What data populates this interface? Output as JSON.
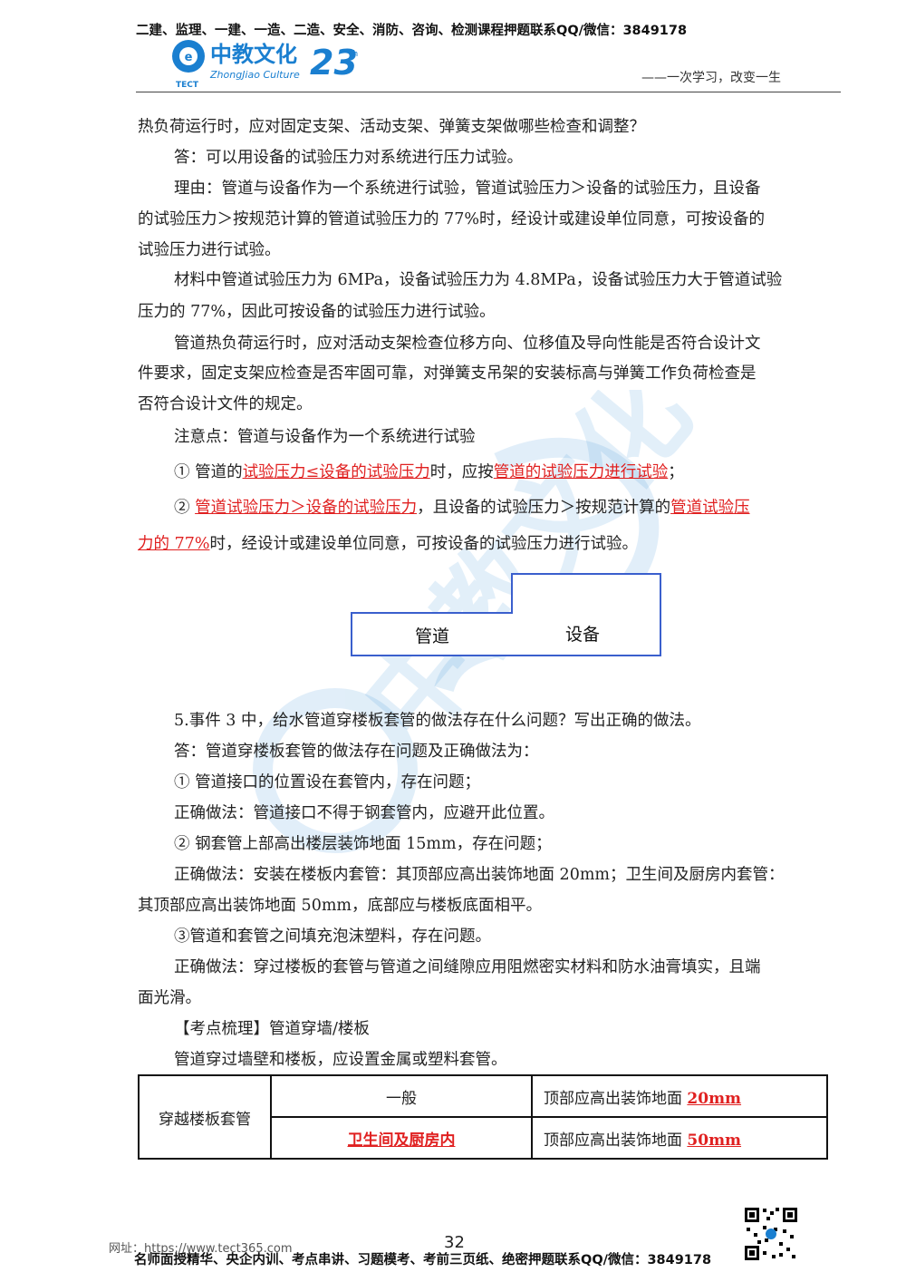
{
  "header": {
    "top_text": "二建、监理、一建、一造、二造、安全、消防、咨询、检测课程押题联系QQ/微信：3849178",
    "logo_cn": "中教文化",
    "logo_en": "ZhongJiao Culture",
    "logo_abbr": "TECT",
    "logo_badge": "23",
    "logo_badge_suffix": "th",
    "motto": "——一次学习，改变一生"
  },
  "body": {
    "l1": "热负荷运行时，应对固定支架、活动支架、弹簧支架做哪些检查和调整？",
    "l2": "答：可以用设备的试验压力对系统进行压力试验。",
    "l3": "理由：管道与设备作为一个系统进行试验，管道试验压力＞设备的试验压力，且设备",
    "l4": "的试验压力＞按规范计算的管道试验压力的 77%时，经设计或建设单位同意，可按设备的",
    "l5": "试验压力进行试验。",
    "l6": "材料中管道试验压力为 6MPa，设备试验压力为 4.8MPa，设备试验压力大于管道试验",
    "l7": "压力的 77%，因此可按设备的试验压力进行试验。",
    "l8": "管道热负荷运行时，应对活动支架检查位移方向、位移值及导向性能是否符合设计文",
    "l9": "件要求，固定支架应检查是否牢固可靠，对弹簧支吊架的安装标高与弹簧工作负荷检查是",
    "l10": "否符合设计文件的规定。",
    "l11": "注意点：管道与设备作为一个系统进行试验",
    "n1_a": "① 管道的",
    "n1_b": "试验压力≤设备的试验压力",
    "n1_c": "时，应按",
    "n1_d": "管道的试验压力进行试验",
    "n1_e": "；",
    "n2_a": "② ",
    "n2_b": "管道试验压力＞设备的试验压力",
    "n2_c": "，且设备的试验压力＞按规范计算的",
    "n2_d": "管道试验压",
    "n2_f": "力的 77%",
    "n2_g": "时，经设计或建设单位同意，可按设备的试验压力进行试验。",
    "q5": "5.事件 3 中，给水管道穿楼板套管的做法存在什么问题？写出正确的做法。",
    "a5": "答：管道穿楼板套管的做法存在问题及正确做法为：",
    "p1": "① 管道接口的位置设在套管内，存在问题；",
    "p1c": "正确做法：管道接口不得于钢套管内，应避开此位置。",
    "p2": "② 钢套管上部高出楼层装饰地面 15mm，存在问题；",
    "p2c1": "正确做法：安装在楼板内套管：其顶部应高出装饰地面 20mm；卫生间及厨房内套管：",
    "p2c2": "其顶部应高出装饰地面 50mm，底部应与楼板底面相平。",
    "p3": "③管道和套管之间填充泡沫塑料，存在问题。",
    "p3c1": "正确做法：穿过楼板的套管与管道之间缝隙应用阻燃密实材料和防水油膏填实，且端",
    "p3c2": "面光滑。",
    "k1": "【考点梳理】管道穿墙/楼板",
    "k2": "管道穿过墙壁和楼板，应设置金属或塑料套管。"
  },
  "diagram": {
    "left_label": "管道",
    "right_label": "设备"
  },
  "table": {
    "row_header": "穿越楼板套管",
    "r1_c1": "一般",
    "r1_c2_prefix": "顶部应高出装饰地面 ",
    "r1_c2_val": "20mm",
    "r2_c1": "卫生间及厨房内",
    "r2_c2_prefix": "顶部应高出装饰地面 ",
    "r2_c2_val": "50mm"
  },
  "footer": {
    "url": "网址：https://www.tect365.com",
    "page_number": "32",
    "ad": "名师面授精华、央企内训、考点串讲、习题模考、考前三页纸、绝密押题联系QQ/微信：3849178"
  },
  "colors": {
    "accent_red": "#e02020",
    "logo_blue": "#1a7fd0"
  }
}
